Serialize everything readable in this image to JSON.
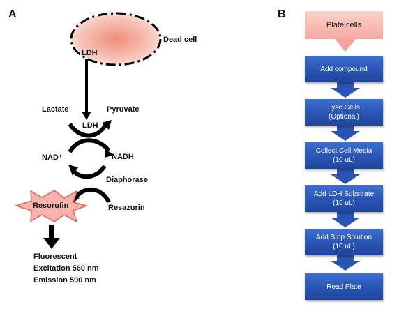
{
  "panel_a": {
    "letter": "A",
    "dead_cell_label": "Dead cell",
    "ldh_in_cell": "LDH",
    "lactate": "Lactate",
    "pyruvate": "Pyruvate",
    "ldh_enzyme": "LDH",
    "nad_plus": "NAD⁺",
    "nadh": "NADH",
    "diaphorase": "Diaphorase",
    "resorufin": "Resorufin",
    "resazurin": "Resazurin",
    "output_lines": [
      "Fluorescent",
      "Excitation 560 nm",
      "Emission 590 nm"
    ]
  },
  "panel_b": {
    "letter": "B",
    "steps": [
      {
        "lines": [
          "Plate cells"
        ]
      },
      {
        "lines": [
          "Add compound"
        ]
      },
      {
        "lines": [
          "Lyse Cells",
          "(Optional)"
        ]
      },
      {
        "lines": [
          "Collect Cell Media",
          "(10 uL)"
        ]
      },
      {
        "lines": [
          "Add LDH Substrate",
          "(10 uL)"
        ]
      },
      {
        "lines": [
          "Add Stop Solution",
          "(10 uL)"
        ]
      },
      {
        "lines": [
          "Read Plate"
        ]
      }
    ]
  },
  "colors": {
    "flow_blue": "#2a54b3",
    "flow_pink": "#f6a9a1",
    "arrow_pink": "#f4a39b",
    "cell_fill": "#f2a08f",
    "star_fill": "#f7b3ad",
    "star_stroke": "#e0635c"
  }
}
